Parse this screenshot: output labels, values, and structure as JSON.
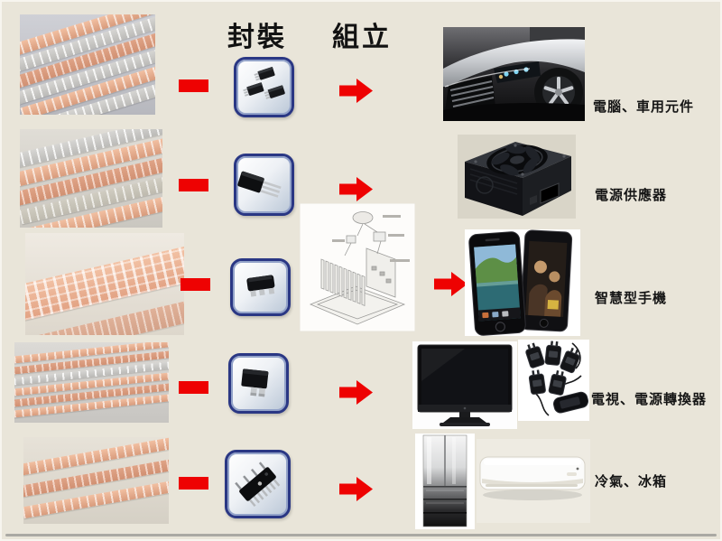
{
  "headers": {
    "packaging": "封裝",
    "assembly": "組立"
  },
  "rows": [
    {
      "leadframe": "copper-silver-leadframe-strips",
      "package": "smd-power-packages",
      "product": "silver-sports-car",
      "label": "電腦、車用元件"
    },
    {
      "leadframe": "copper-silver-leadframe-strips",
      "package": "to220-transistor",
      "product": "pc-power-supply",
      "label": "電源供應器"
    },
    {
      "leadframe": "wide-copper-leadframe-strip",
      "package": "sot23-transistor",
      "product": "smartphones",
      "label": "智慧型手機"
    },
    {
      "leadframe": "thin-copper-leadframe-strips",
      "package": "to252-package",
      "product": "tv-and-power-adapters",
      "label": "電視、電源轉換器"
    },
    {
      "leadframe": "copper-leadframe-strips",
      "package": "dip-ic",
      "product": "fridge-and-air-conditioner",
      "label": "冷氣、冰箱"
    }
  ],
  "assembly_diagram": "exploded-module-assembly-drawing",
  "colors": {
    "background": "#e9e5d9",
    "accent_red": "#ee0202",
    "package_border": "#2a3784"
  }
}
